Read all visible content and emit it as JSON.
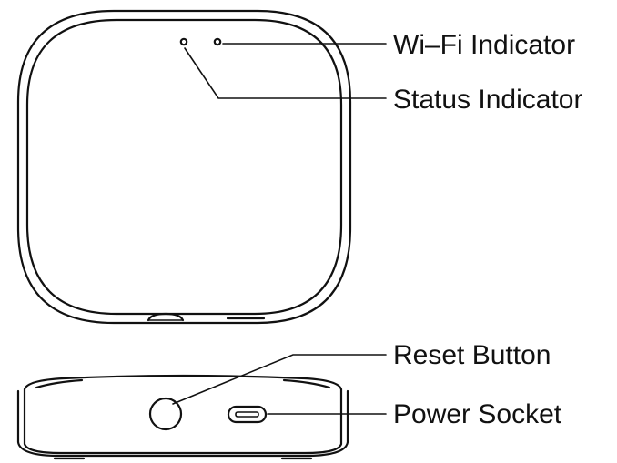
{
  "labels": {
    "wifi_indicator": "Wi–Fi Indicator",
    "status_indicator": "Status Indicator",
    "reset_button": "Reset Button",
    "power_socket": "Power Socket"
  },
  "colors": {
    "line": "#111111",
    "background": "#ffffff"
  }
}
